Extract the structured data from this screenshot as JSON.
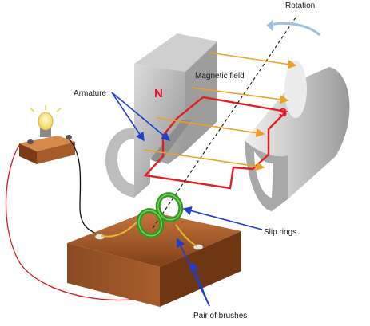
{
  "labels": {
    "rotation": "Rotation",
    "magnetic_field": "Magnetic field",
    "armature": "Armature",
    "slip_rings": "Slip rings",
    "pair_of_brushes": "Pair of brushes",
    "north_pole": "N",
    "south_pole": "S"
  },
  "colors": {
    "pole_letter": "#e8102a",
    "field_arrow": "#f0a020",
    "armature_loop": "#e02020",
    "pointer_line": "#1f3fd0",
    "slip_ring": "#2f9a1e",
    "base_wood": "#a0582c",
    "wire_red": "#d02020",
    "wire_black": "#111111",
    "magnet_gray": "#b4b4b4"
  },
  "icons": [
    "light-bulb-icon",
    "rotation-arrow-icon"
  ]
}
